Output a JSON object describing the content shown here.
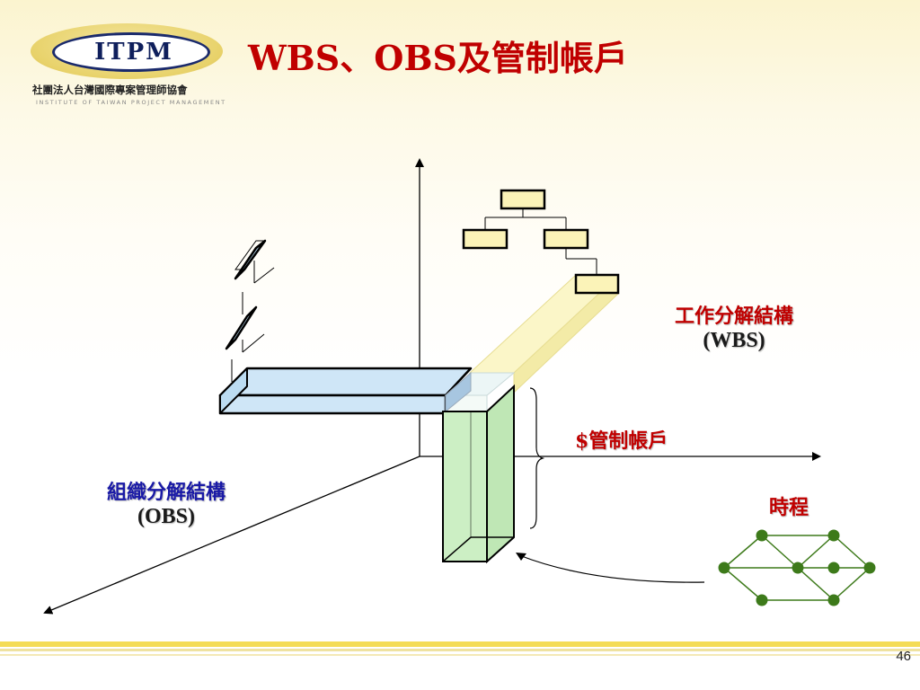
{
  "slide": {
    "title": "WBS、OBS及管制帳戶",
    "page_number": "46"
  },
  "logo": {
    "brand": "ITPM",
    "org_name": "社團法人台灣國際專案管理師協會",
    "org_name_en": "INSTITUTE OF TAIWAN PROJECT MANAGEMENT"
  },
  "diagram": {
    "wbs_label": "工作分解結構",
    "wbs_abbr": "(WBS)",
    "obs_label": "組織分解結構",
    "obs_abbr": "(OBS)",
    "control_account_label": "$管制帳戶",
    "schedule_label": "時程"
  },
  "colors": {
    "title_red": "#c00000",
    "obs_blue": "#1a1aa6",
    "obs_bar_fill": "#cfe6f7",
    "wbs_bar_fill": "#fbf6c8",
    "control_account_fill": "#ccefc4",
    "wbs_box_fill": "#fbf3b8",
    "obs_box_fill": "#bcdcf2",
    "network_node": "#3d7a1a",
    "footer_yellow": "#f4dc55"
  }
}
